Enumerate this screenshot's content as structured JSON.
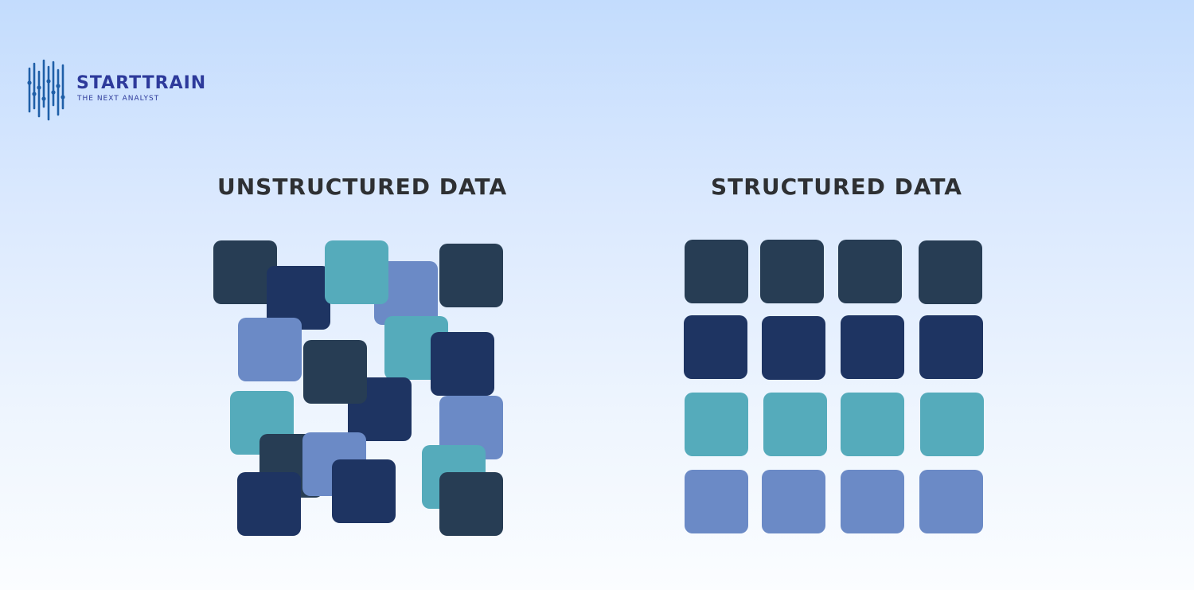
{
  "brand": {
    "name": "STARTTRAIN",
    "tagline": "THE NEXT ANALYST",
    "color": "#2d3a9b",
    "mark_color": "#1f5fa8"
  },
  "colors": {
    "charcoal": "#273d54",
    "navy": "#1e3462",
    "teal": "#55abbb",
    "periwinkle": "#6b8ac6"
  },
  "unstructured": {
    "title": "UNSTRUCTURED DATA"
  },
  "structured": {
    "title": "STRUCTURED DATA",
    "row_colors": [
      "charcoal",
      "navy",
      "teal",
      "periwinkle"
    ]
  }
}
